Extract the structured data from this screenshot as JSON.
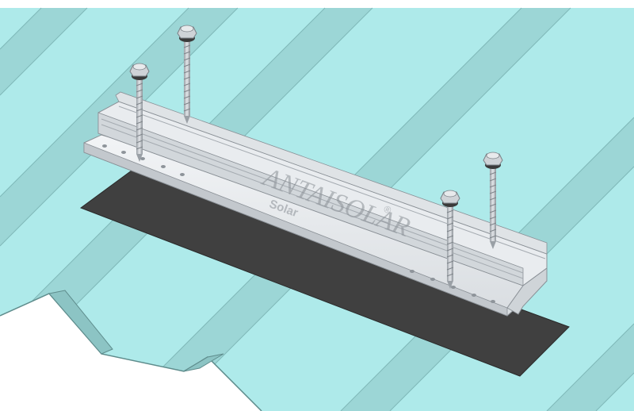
{
  "image": {
    "subject": "Trapezoidal metal roof mounting rail with four self-drilling screws on an EPDM pad",
    "colors": {
      "background": "#ffffff",
      "roof_light": "#aeeaea",
      "roof_dark": "#9cd6d6",
      "roof_edge": "#5e8c8c",
      "rail": "#e6e9ec",
      "rail_shadow": "#c3c8cd",
      "rubber_pad": "#404040",
      "screw_metal": "#bfc3c7"
    }
  },
  "watermark": {
    "brand": "ANTAISOLAR",
    "sub": "Solar",
    "mark": "®"
  }
}
